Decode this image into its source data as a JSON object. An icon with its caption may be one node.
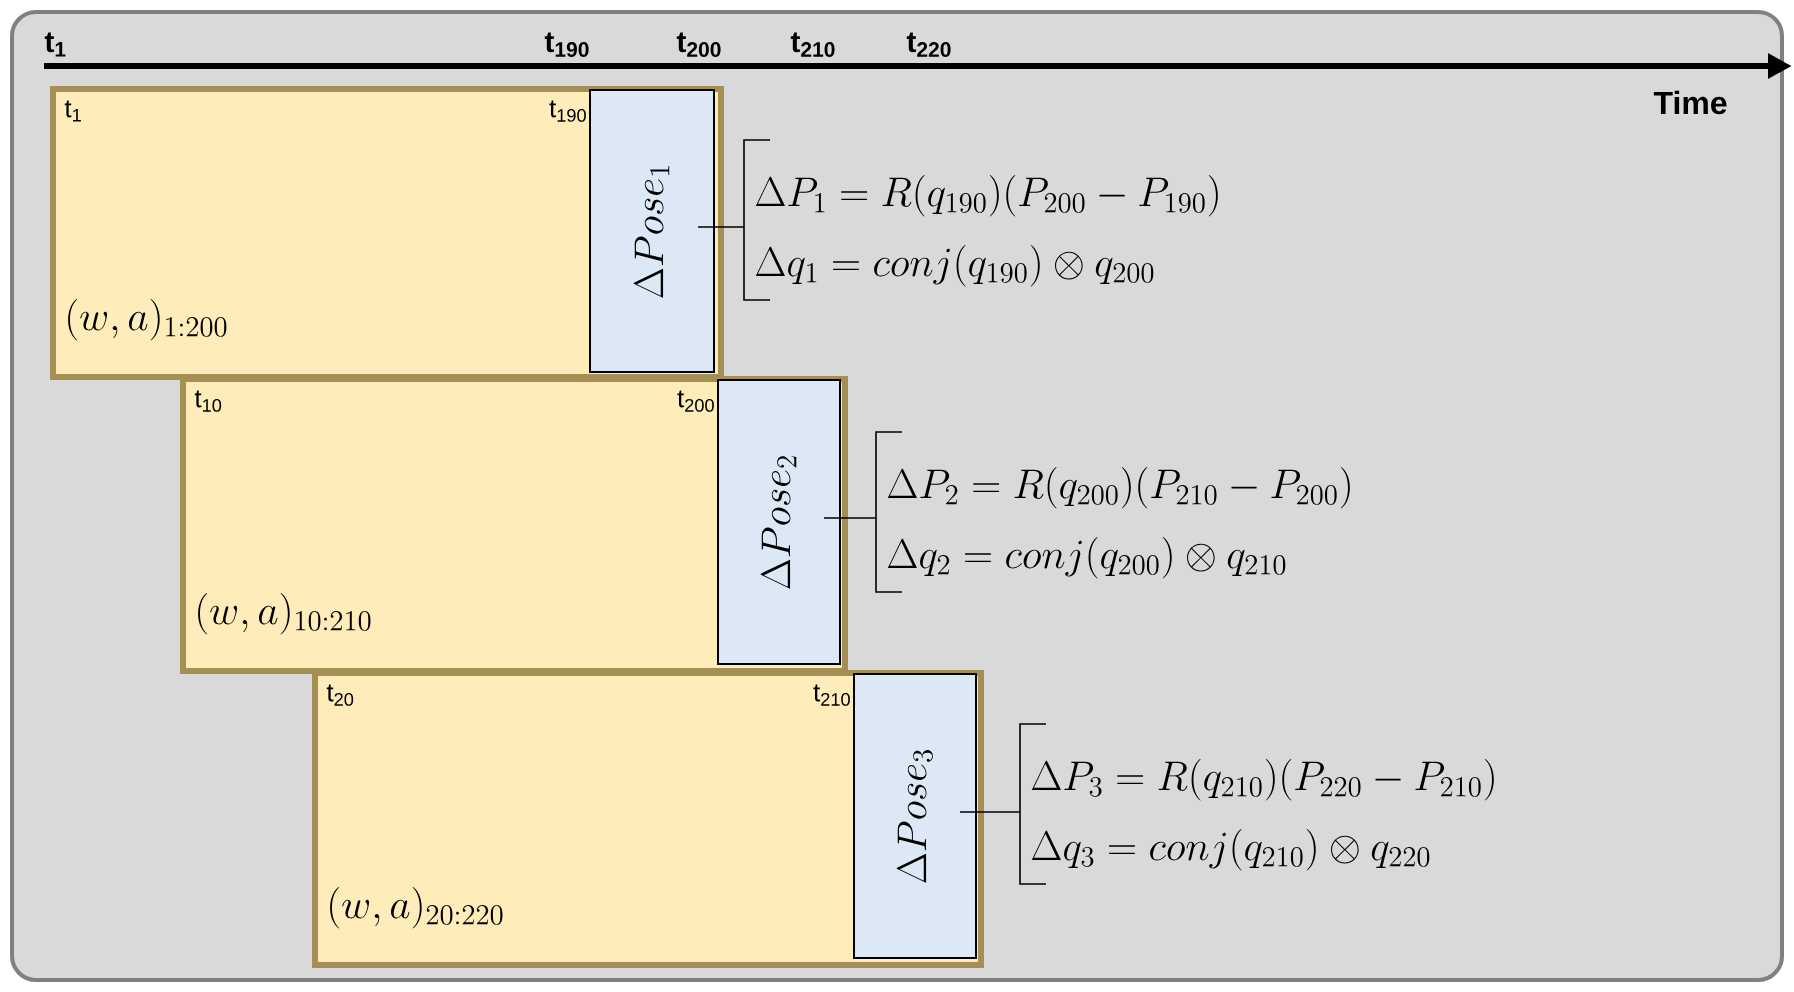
{
  "diagram": {
    "nodes": [
      {
        "text": [
          "t$_{1}$",
          "t$_{190}$",
          "(w,a)_{1:200}"
        ]
      },
      {
        "text": [
          "t$_{10}$",
          "t$_{200}$",
          "(w,a)_{10:210}"
        ]
      },
      {
        "text": [
          "t$_{20}$",
          "t$_{210}$",
          "(w,a)_{20:220}"
        ]
      },
      {
        "text": [
          "\\Delta Pose_1"
        ],
        "in": 0,
        "beside": [
          "\\Delta P_1 = R(q_{190})(P_{200} - P_{190})",
          "\\Delta q_1 = conj(q_{190}) \\otimes q_{200}"
        ]
      },
      {
        "text": [
          "\\Delta Pose_2"
        ],
        "in": 1,
        "beside": [
          "\\Delta P_2 = R(q_{200})(P_{210} - P_{200})",
          "\\Delta q_2 = conj(q_{200}) \\otimes q_{210}"
        ]
      },
      {
        "text": [
          "\\Delta Pose_3"
        ],
        "in": 2,
        "beside": [
          "\\Delta P_3 = R(q_{210})(P_{220} - P_{210})",
          "\\Delta q_3 = conj(q_{210}) \\otimes q_{220}"
        ]
      }
    ],
    "labels": [
      "t$_{1}$",
      "t$_{190}$",
      "t$_{200}$",
      "t$_{210}$",
      "t$_{220}$",
      "Time"
    ]
  }
}
